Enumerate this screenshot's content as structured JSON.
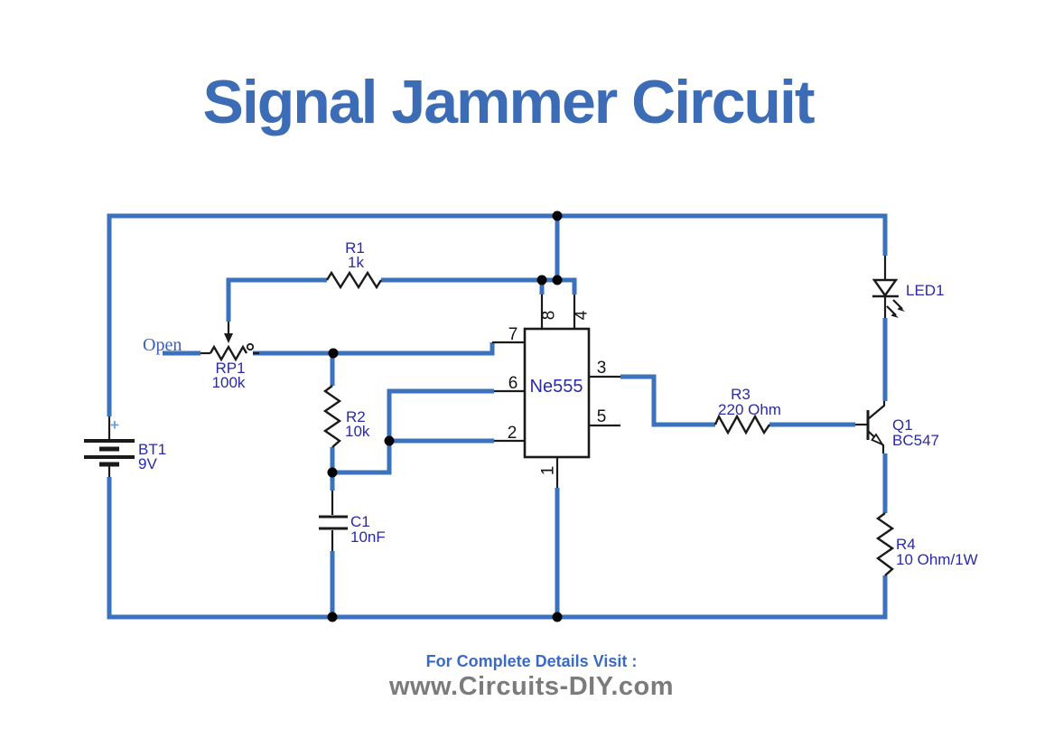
{
  "title": "Signal Jammer Circuit",
  "footer": {
    "heading": "For Complete Details Visit :",
    "website": "www.Circuits-DIY.com"
  },
  "colors": {
    "title_blue": "#3c6cb5",
    "wire_blue": "#3b72bc",
    "label_navy": "#2a2aa8",
    "component_black": "#1a1a1a",
    "footer_heading_blue": "#3a6bc2",
    "footer_site_gray": "#7b7b7b",
    "battery_plus_lightblue": "#72a0e0",
    "open_label_blue": "#3a5fc0"
  },
  "components": {
    "battery": {
      "ref": "BT1",
      "value": "9V",
      "polarity": "+"
    },
    "r1": {
      "ref": "R1",
      "value": "1k"
    },
    "rp1": {
      "ref": "RP1",
      "value": "100k",
      "state_label": "Open"
    },
    "r2": {
      "ref": "R2",
      "value": "10k"
    },
    "c1": {
      "ref": "C1",
      "value": "10nF"
    },
    "timer_ic": {
      "ref": "Ne555"
    },
    "r3": {
      "ref": "R3",
      "value": "220 Ohm"
    },
    "q1": {
      "ref": "Q1",
      "value": "BC547"
    },
    "led1": {
      "ref": "LED1"
    },
    "r4": {
      "ref": "R4",
      "value": "10 Ohm/1W"
    }
  },
  "ic_pins": {
    "pin1": "1",
    "pin2": "2",
    "pin3": "3",
    "pin4": "4",
    "pin5": "5",
    "pin6": "6",
    "pin7": "7",
    "pin8": "8"
  }
}
